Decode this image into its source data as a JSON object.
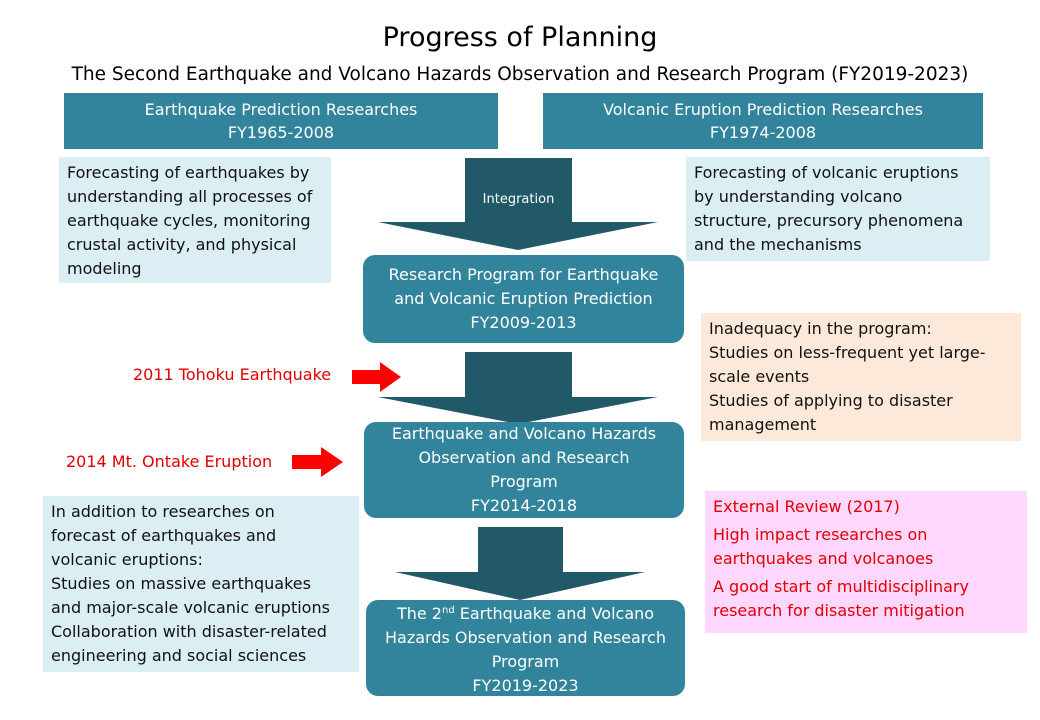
{
  "title": "Progress of Planning",
  "subtitle": "The Second Earthquake and Volcano Hazards Observation and Research Program (FY2019-2023)",
  "colors": {
    "program": "#31849b",
    "arrow": "#215968",
    "event": "#e00000",
    "note_blue": "#daeef3",
    "note_peach": "#fde9d9",
    "note_pink": "#ffd7ff"
  },
  "headers": {
    "earthquake": {
      "name": "Earthquake Prediction Researches",
      "period": "FY1965-2008"
    },
    "volcano": {
      "name": "Volcanic Eruption Prediction Researches",
      "period": "FY1974-2008"
    }
  },
  "integration_label": "Integration",
  "programs": [
    {
      "lines": [
        "Research Program for Earthquake",
        "and Volcanic Eruption Prediction",
        "FY2009-2013"
      ]
    },
    {
      "lines": [
        "Earthquake and Volcano Hazards",
        "Observation and Research",
        "Program",
        "FY2014-2018"
      ]
    },
    {
      "line1_prefix": "The 2",
      "line1_sup": "nd",
      "line1_suffix": " Earthquake and Volcano",
      "lines": [
        "Hazards Observation and Research",
        "Program",
        "FY2019-2023"
      ]
    }
  ],
  "events": [
    "2011 Tohoku Earthquake",
    "2014 Mt. Ontake Eruption"
  ],
  "notes": {
    "earthquake": [
      "Forecasting of earthquakes by",
      "understanding all processes of",
      "earthquake cycles, monitoring",
      "crustal activity, and  physical",
      "modeling"
    ],
    "volcano": [
      "Forecasting of volcanic eruptions",
      "by understanding volcano",
      "structure, precursory phenomena",
      "and the mechanisms"
    ],
    "inadequacy": [
      "Inadequacy in the program:",
      "Studies on less-frequent yet large-",
      "scale events",
      "Studies of applying to disaster",
      "management"
    ],
    "addition": [
      "In addition to researches on",
      "forecast of earthquakes and",
      "volcanic eruptions:",
      "Studies on massive earthquakes",
      "and major-scale volcanic eruptions",
      "Collaboration with disaster-related",
      "engineering and social sciences"
    ],
    "review": {
      "title": "External Review (2017)",
      "items": [
        [
          "High impact researches on",
          "earthquakes and volcanoes"
        ],
        [
          "A good start of multidisciplinary",
          "research for disaster mitigation"
        ]
      ]
    }
  }
}
